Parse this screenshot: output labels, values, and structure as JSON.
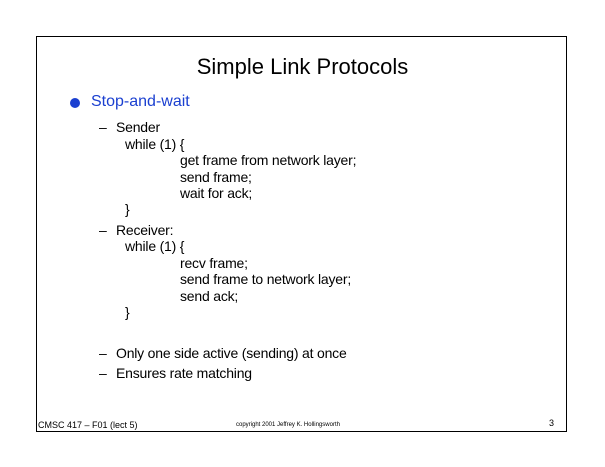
{
  "slide": {
    "title": "Simple Link Protocols",
    "bullet": "Stop-and-wait",
    "dash": "–",
    "sender_label": "Sender",
    "sender_code": [
      "while (1) {",
      "get frame from network layer;",
      "send frame;",
      "wait for ack;",
      "}"
    ],
    "receiver_label": "Receiver:",
    "receiver_code": [
      "while (1) {",
      "recv frame;",
      "send frame to network layer;",
      "send ack;",
      "}"
    ],
    "notes": [
      "Only one side active (sending) at once",
      "Ensures rate matching"
    ]
  },
  "footer": {
    "left": "CMSC 417 – F01  (lect 5)",
    "center": "copyright 2001 Jeffrey K. Hollingsworth",
    "page": "3"
  },
  "colors": {
    "bullet": "#1a3fd0",
    "text": "#000000"
  }
}
